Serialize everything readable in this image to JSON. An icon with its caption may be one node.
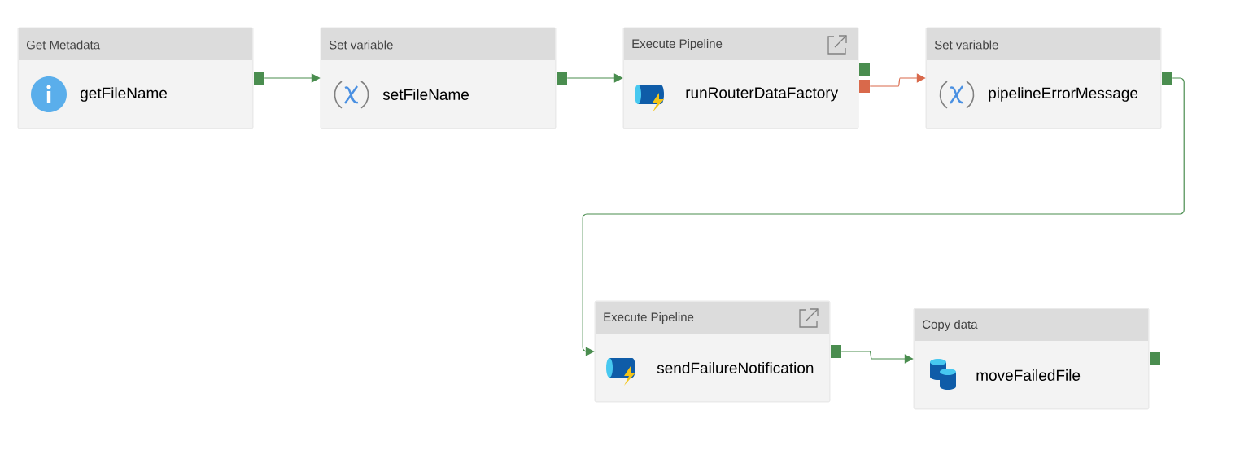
{
  "diagram": {
    "nodes": [
      {
        "text": [
          "Get Metadata",
          "getFileName"
        ]
      },
      {
        "text": [
          "Set variable",
          "setFileName"
        ]
      },
      {
        "text": [
          "Execute Pipeline",
          "runRouterDataFactory"
        ]
      },
      {
        "text": [
          "Set variable",
          "pipelineErrorMessage"
        ]
      },
      {
        "text": [
          "Execute Pipeline",
          "sendFailureNotification"
        ]
      },
      {
        "text": [
          "Copy data",
          "moveFailedFile"
        ]
      }
    ],
    "edges": [
      {
        "from": 0,
        "to": 1,
        "arrow": "to"
      },
      {
        "from": 1,
        "to": 2,
        "arrow": "to"
      },
      {
        "from": 2,
        "to": 3,
        "arrow": "to",
        "color": "#d9694b"
      },
      {
        "from": 3,
        "to": 4,
        "arrow": "to"
      },
      {
        "from": 4,
        "to": 5,
        "arrow": "to"
      }
    ]
  }
}
